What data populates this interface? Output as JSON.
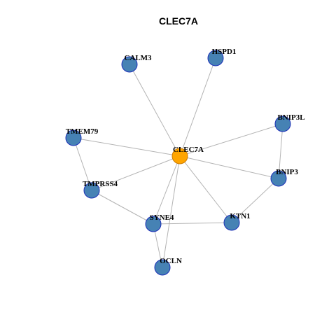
{
  "title": "CLEC7A",
  "colors": {
    "center_fill": "#FFA500",
    "center_stroke": "#CC7A00",
    "node_fill": "#4682B4",
    "node_stroke": "#1C2FB8",
    "edge": "#B3B3B3",
    "background": "#FFFFFF"
  },
  "nodes": [
    {
      "id": "CLEC7A",
      "label": "CLEC7A",
      "center": true
    },
    {
      "id": "CALM3",
      "label": "CALM3"
    },
    {
      "id": "HSPD1",
      "label": "HSPD1"
    },
    {
      "id": "BNIP3L",
      "label": "BNIP3L"
    },
    {
      "id": "TMEM79",
      "label": "TMEM79"
    },
    {
      "id": "BNIP3",
      "label": "BNIP3"
    },
    {
      "id": "TMPRSS4",
      "label": "TMPRSS4"
    },
    {
      "id": "SYNE4",
      "label": "SYNE4"
    },
    {
      "id": "KTN1",
      "label": "KTN1"
    },
    {
      "id": "OCLN",
      "label": "OCLN"
    }
  ],
  "edges": [
    [
      "CLEC7A",
      "CALM3"
    ],
    [
      "CLEC7A",
      "HSPD1"
    ],
    [
      "CLEC7A",
      "BNIP3L"
    ],
    [
      "CLEC7A",
      "TMEM79"
    ],
    [
      "CLEC7A",
      "BNIP3"
    ],
    [
      "CLEC7A",
      "TMPRSS4"
    ],
    [
      "CLEC7A",
      "SYNE4"
    ],
    [
      "CLEC7A",
      "KTN1"
    ],
    [
      "CLEC7A",
      "OCLN"
    ],
    [
      "BNIP3L",
      "BNIP3"
    ],
    [
      "BNIP3",
      "KTN1"
    ],
    [
      "TMEM79",
      "TMPRSS4"
    ],
    [
      "TMPRSS4",
      "SYNE4"
    ],
    [
      "SYNE4",
      "KTN1"
    ],
    [
      "SYNE4",
      "OCLN"
    ]
  ]
}
